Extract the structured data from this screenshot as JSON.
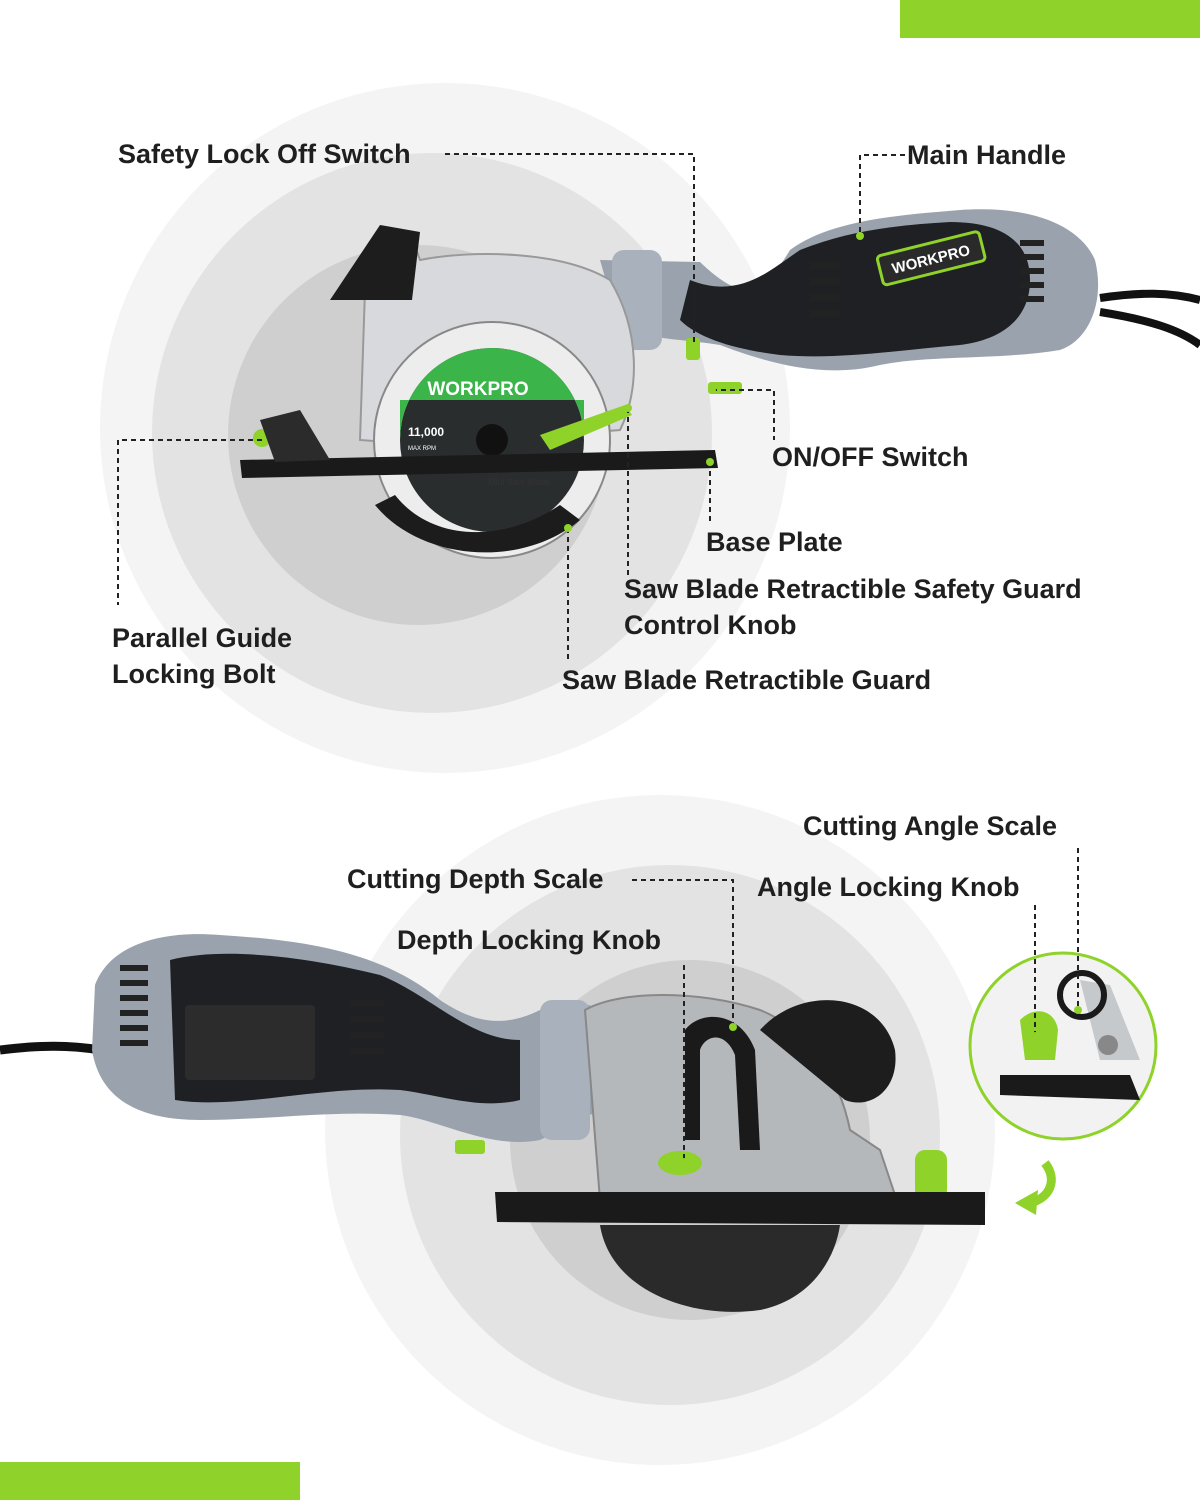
{
  "colors": {
    "accent": "#8fd22a",
    "bg": "#ffffff",
    "body_gray": "#9aa3ad",
    "dark": "#1c1c1c"
  },
  "brand": {
    "logo": "WORKPRO"
  },
  "top_view": {
    "labels": {
      "safety_lock": "Safety Lock Off Switch",
      "main_handle": "Main Handle",
      "on_off": "ON/OFF Switch",
      "base_plate": "Base Plate",
      "guard_knob_l1": "Saw Blade Retractible Safety Guard",
      "guard_knob_l2": "Control Knob",
      "parallel_l1": "Parallel Guide",
      "parallel_l2": "Locking Bolt",
      "retract_guard": "Saw Blade Retractible Guard"
    },
    "blade": {
      "brand": "WORKPRO",
      "rpm": "11,000",
      "rpm_unit": "MAX RPM",
      "name": "Mini Saw Blade"
    }
  },
  "bottom_view": {
    "labels": {
      "angle_scale": "Cutting Angle Scale",
      "depth_scale": "Cutting Depth Scale",
      "angle_knob": "Angle Locking Knob",
      "depth_knob": "Depth Locking Knob"
    }
  }
}
